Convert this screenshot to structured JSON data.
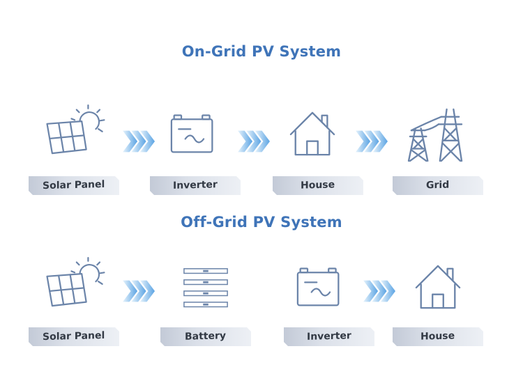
{
  "colors": {
    "title": "#3f74b8",
    "icon": "#6b84a9",
    "arrow_light": "#dbeefb",
    "arrow_dark": "#5aa3e3"
  },
  "on_grid": {
    "title": "On-Grid PV System",
    "steps": [
      {
        "label": "Solar Panel",
        "icon": "solar-panel-icon"
      },
      {
        "label": "Inverter",
        "icon": "inverter-icon"
      },
      {
        "label": "House",
        "icon": "house-icon"
      },
      {
        "label": "Grid",
        "icon": "power-tower-icon"
      }
    ]
  },
  "off_grid": {
    "title": "Off-Grid PV System",
    "steps": [
      {
        "label": "Solar Panel",
        "icon": "solar-panel-icon"
      },
      {
        "label": "Battery",
        "icon": "battery-rack-icon"
      },
      {
        "label": "Inverter",
        "icon": "inverter-icon"
      },
      {
        "label": "House",
        "icon": "house-icon"
      }
    ]
  }
}
